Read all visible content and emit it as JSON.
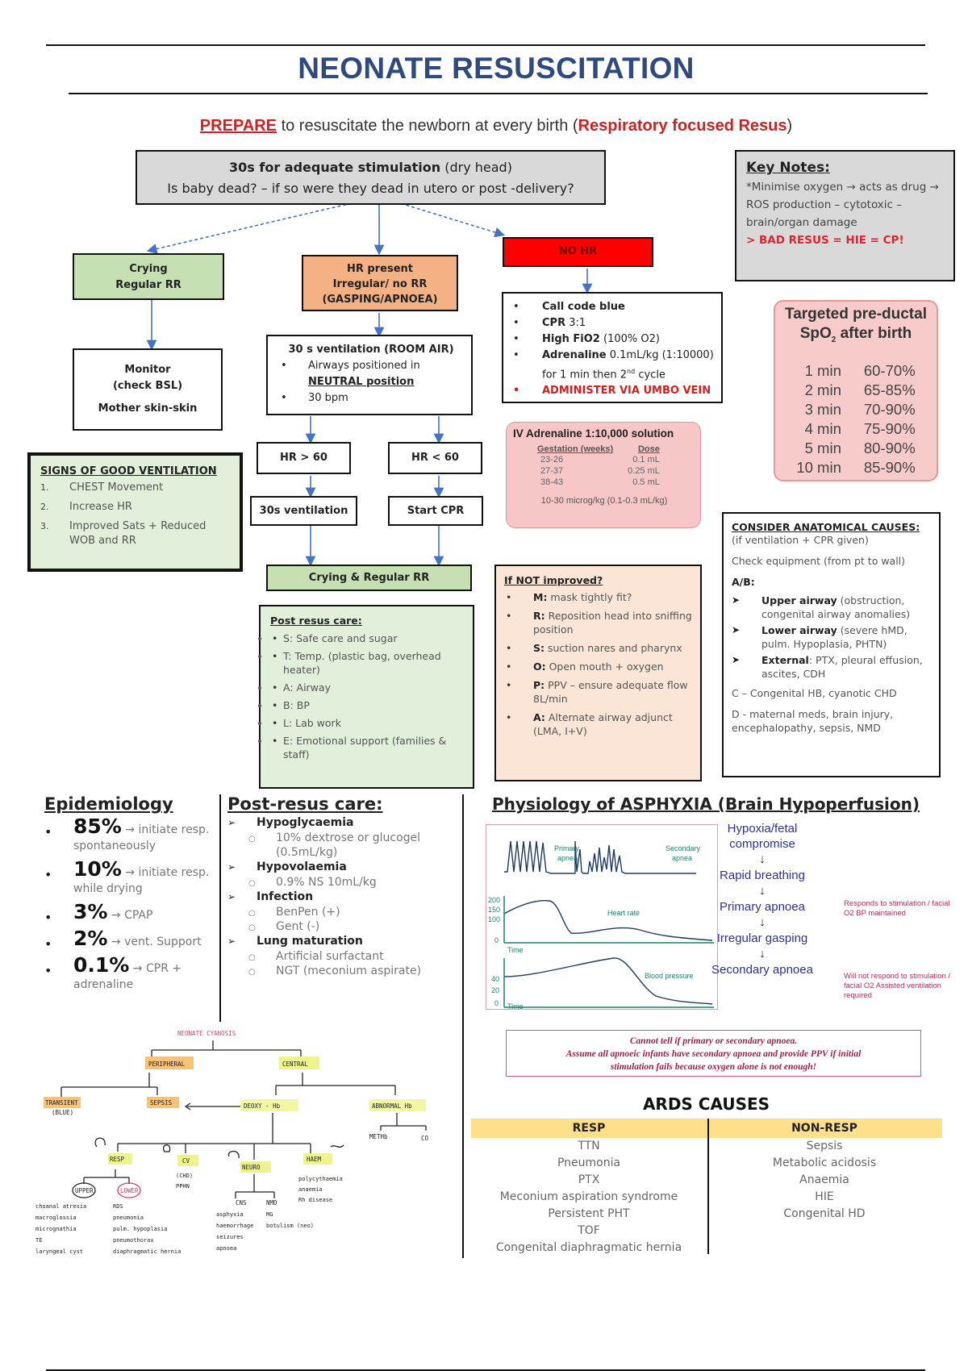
{
  "title": "NEONATE RESUSCITATION",
  "prepare": {
    "lead": "PREPARE",
    "middle": " to resuscitate the newborn at every birth (",
    "emph": "Respiratory focused Resus",
    "tail": ")"
  },
  "flow": {
    "stim": {
      "bold": "30s for adequate stimulation",
      "rest": " (dry head)",
      "line2": "Is baby dead? – if so were they dead in utero or post -delivery?"
    },
    "crying": [
      "Crying",
      "Regular RR"
    ],
    "hr_present": [
      "HR present",
      "Irregular/ no RR",
      "(GASPING/APNOEA)"
    ],
    "no_hr": "NO HR",
    "monitor": [
      "Monitor",
      "(check BSL)",
      "Mother skin-skin"
    ],
    "vent30": {
      "heading": "30 s ventilation (ROOM AIR)",
      "item1": "Airways positioned in",
      "item1_emph": "NEUTRAL position",
      "item2": "30 bpm"
    },
    "code_blue": {
      "items": [
        {
          "bold": "Call code blue",
          "rest": ""
        },
        {
          "bold": "CPR",
          "rest": " 3:1"
        },
        {
          "bold": "High FiO2",
          "rest": " (100% O2)"
        },
        {
          "bold": "Adrenaline",
          "rest": " 0.1mL/kg (1:10000)"
        }
      ],
      "continuation_pre": "for 1 min then 2",
      "continuation_sup": "nd",
      "continuation_post": " cycle",
      "red_item": "ADMINISTER VIA UMBO VEIN"
    },
    "hr_gt_60": "HR > 60",
    "hr_lt_60": "HR < 60",
    "vent_30s": "30s ventilation",
    "start_cpr": "Start CPR",
    "crying_regular": "Crying & Regular RR"
  },
  "signs_good_ventilation": {
    "heading": "SIGNS OF GOOD VENTILATION",
    "items": [
      "CHEST Movement",
      "Increase HR",
      "Improved Sats + Reduced WOB and RR"
    ]
  },
  "post_resus_box": {
    "heading": "Post resus care:",
    "items": [
      "S: Safe care and sugar",
      "T: Temp. (plastic bag, overhead heater)",
      "A: Airway",
      "B: BP",
      "L: Lab work",
      "E: Emotional support (families & staff)"
    ]
  },
  "if_not_improved": {
    "heading": "If NOT improved?",
    "items": [
      {
        "key": "M:",
        "text": " mask tightly fit?"
      },
      {
        "key": "R:",
        "text": " Reposition head into sniffing position"
      },
      {
        "key": "S:",
        "text": " suction nares and pharynx"
      },
      {
        "key": "O:",
        "text": " Open mouth + oxygen"
      },
      {
        "key": "P:",
        "text": " PPV – ensure adequate flow 8L/min"
      },
      {
        "key": "A:",
        "text": " Alternate airway adjunct (LMA, I+V)"
      }
    ]
  },
  "iv_adrenaline": {
    "heading": "IV Adrenaline 1:10,000 solution",
    "col_gestation": "Gestation (weeks)",
    "col_dose": "Dose",
    "rows": [
      {
        "gestation": "23-26",
        "dose": "0.1 mL"
      },
      {
        "gestation": "27-37",
        "dose": "0.25 mL"
      },
      {
        "gestation": "38-43",
        "dose": "0.5 mL"
      }
    ],
    "footer": "10-30 microg/kg (0.1-0.3 mL/kg)"
  },
  "key_notes": {
    "heading": "Key Notes:",
    "text": "*Minimise oxygen → acts as drug →  ROS production – cytotoxic – brain/organ damage",
    "warning": "> BAD RESUS = HIE = CP!"
  },
  "spo2": {
    "heading_line1": "Targeted pre-ductal",
    "heading_sp": "SpO",
    "heading_sub": "2",
    "heading_tail": " after birth",
    "rows": [
      {
        "time": "1 min",
        "range": "60-70%"
      },
      {
        "time": "2 min",
        "range": "65-85%"
      },
      {
        "time": "3 min",
        "range": "70-90%"
      },
      {
        "time": "4 min",
        "range": "75-90%"
      },
      {
        "time": "5 min",
        "range": "80-90%"
      },
      {
        "time": "10 min",
        "range": "85-90%"
      }
    ]
  },
  "anatomical": {
    "heading": "CONSIDER ANATOMICAL CAUSES:",
    "sub": "(if ventilation + CPR given)",
    "check": "Check equipment (from pt to wall)",
    "ab": "A/B:",
    "items": [
      {
        "bold": "Upper airway",
        "rest": " (obstruction, congenital airway anomalies)"
      },
      {
        "bold": "Lower airway",
        "rest": " (severe hMD, pulm. Hypoplasia, PHTN)"
      },
      {
        "bold": "External",
        "rest": ": PTX, pleural effusion, ascites, CDH"
      }
    ],
    "c": "C – Congenital HB, cyanotic CHD",
    "d": "D -  maternal meds, brain injury, encephalopathy, sepsis, NMD"
  },
  "epidemiology": {
    "heading": "Epidemiology",
    "items": [
      {
        "pct": "85%",
        "text": " → initiate resp. spontaneously"
      },
      {
        "pct": "10%",
        "text": " →  initiate resp. while drying"
      },
      {
        "pct": "3%",
        "text": " → CPAP"
      },
      {
        "pct": "2%",
        "text": " → vent. Support"
      },
      {
        "pct": "0.1%",
        "text": " → CPR + adrenaline"
      }
    ]
  },
  "post_resus_list": {
    "heading": "Post-resus care:",
    "groups": [
      {
        "name": "Hypoglycaemia",
        "subs": [
          "10% dextrose or glucogel (0.5mL/kg)"
        ]
      },
      {
        "name": "Hypovolaemia",
        "subs": [
          "0.9% NS 10mL/kg"
        ]
      },
      {
        "name": "Infection",
        "subs": [
          "BenPen (+)",
          "Gent (-)"
        ]
      },
      {
        "name": "Lung maturation",
        "subs": [
          "Artificial surfactant",
          "NGT (meconium aspirate)"
        ]
      }
    ]
  },
  "physiology": {
    "title": "Physiology of ASPHYXIA (Brain Hypoperfusion)",
    "graph": {
      "primary_label": [
        "Primary",
        "apnea"
      ],
      "secondary_label": [
        "Secondary",
        "apnea"
      ],
      "hr_label": "Heart rate",
      "bp_label": "Blood pressure",
      "time_label": "Time",
      "hr_ticks": [
        "200",
        "150",
        "100",
        "0"
      ],
      "bp_ticks": [
        "40",
        "20",
        "0"
      ]
    },
    "flow": [
      "Hypoxia/fetal compromise",
      "Rapid breathing",
      "Primary apnoea",
      "Irregular gasping",
      "Secondary apnoea"
    ],
    "arrow": "↓",
    "note_primary": "Responds to stimulation / facial O2 BP maintained",
    "note_secondary": "Will not respond to stimulation / facial O2 Assisted ventilation required",
    "warning": [
      "Cannot tell if primary or secondary apnoea.",
      "Assume all apnoeic infants have secondary apnoea and provide PPV if initial",
      "stimulation fails because  oxygen alone is not enough!"
    ]
  },
  "ards": {
    "title": "ARDS CAUSES",
    "resp_header": "RESP",
    "nonresp_header": "NON-RESP",
    "resp": [
      "TTN",
      "Pneumonia",
      "PTX",
      "Meconium aspiration syndrome",
      "Persistent PHT",
      "TOF",
      "Congenital diaphragmatic hernia"
    ],
    "nonresp": [
      "Sepsis",
      "Metabolic acidosis",
      "Anaemia",
      "HIE",
      "Congenital HD"
    ]
  },
  "cyanosis_sketch": {
    "root": "NEONATE CYANOSIS",
    "peripheral": "PERIPHERAL",
    "central": "CENTRAL",
    "transient": "TRANSIENT",
    "transient_sub": "(BLUE)",
    "sepsis": "SEPSIS",
    "deoxy": "DEOXY - Hb",
    "abnormal": "ABNORMAL Hb",
    "abnormal_children": [
      "METHb",
      "CO"
    ],
    "branches": [
      "RESP",
      "CV",
      "NEURO",
      "HAEM"
    ],
    "resp_children": [
      "UPPER",
      "LOWER"
    ],
    "upper_items": [
      "choanal atresia",
      "macroglossia",
      "micrognathia",
      "TE",
      "laryngeal cyst"
    ],
    "lower_items": [
      "RDS",
      "pneumonia",
      "pulm. hypoplasia",
      "pneumothorax",
      "diaphragmatic hernia"
    ],
    "cv_items": [
      "(CHD)",
      "PPHN"
    ],
    "neuro_children": [
      "CNS",
      "NMD"
    ],
    "cns_items": [
      "asphyxia",
      "haemorrhage",
      "seizures",
      "apnoea"
    ],
    "nmd_items": [
      "MG",
      "botulism (neo)"
    ],
    "haem_items": [
      "polycythaemia",
      "anaemia",
      "Rh disease"
    ]
  },
  "colors": {
    "title_blue": "#2f4a7f",
    "accent_red": "#d11f1f",
    "green_box": "#c6e0b4",
    "orange_box": "#f4b183",
    "no_hr_red": "#ff0000",
    "grey_box": "#d9d9d9",
    "pink_box": "#f8cbcb",
    "peach_box": "#fbe5d6",
    "ards_header": "#ffe08a"
  }
}
